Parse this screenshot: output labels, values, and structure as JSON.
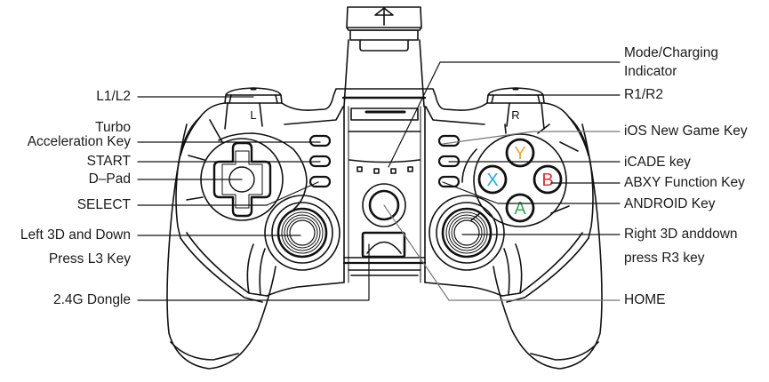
{
  "diagram": {
    "subject": "Wireless gamepad controller with phone clamp",
    "shoulder_marks": {
      "left": "L",
      "right": "R"
    },
    "face_buttons": [
      {
        "letter": "Y",
        "color": "#e8a93a"
      },
      {
        "letter": "X",
        "color": "#29a9dc"
      },
      {
        "letter": "B",
        "color": "#d9303a"
      },
      {
        "letter": "A",
        "color": "#3aa655"
      }
    ],
    "labels_left": [
      {
        "id": "l1l2",
        "text": "L1/L2"
      },
      {
        "id": "turbo",
        "line1": "Turbo",
        "line2": "Acceleration Key"
      },
      {
        "id": "start",
        "text": "START"
      },
      {
        "id": "dpad",
        "text": "D–Pad"
      },
      {
        "id": "select",
        "text": "SELECT"
      },
      {
        "id": "l3",
        "line1": "Left 3D and Down",
        "line2": "Press L3 Key"
      },
      {
        "id": "dongle",
        "text": "2.4G Dongle"
      }
    ],
    "labels_right": [
      {
        "id": "mode",
        "line1": "Mode/Charging",
        "line2": "Indicator"
      },
      {
        "id": "r1r2",
        "text": "R1/R2"
      },
      {
        "id": "ios",
        "text": "iOS New Game Key"
      },
      {
        "id": "icade",
        "text": "iCADE key"
      },
      {
        "id": "abxy",
        "text": "ABXY Function Key"
      },
      {
        "id": "android",
        "text": "ANDROID Key"
      },
      {
        "id": "r3",
        "line1": "Right 3D anddown",
        "line2": "press R3 key"
      },
      {
        "id": "home",
        "text": "HOME"
      }
    ],
    "colors": {
      "line": "#111111",
      "leader_gray": "#777777",
      "text": "#1a1a1a"
    }
  }
}
